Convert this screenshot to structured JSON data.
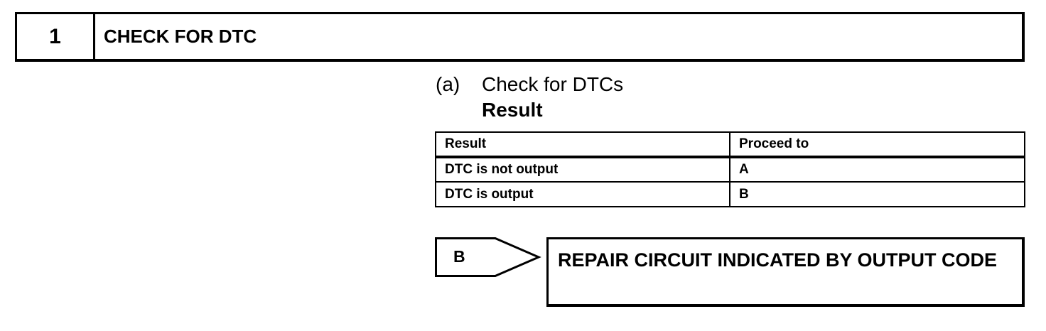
{
  "step": {
    "number": "1",
    "title": "CHECK FOR DTC"
  },
  "substep": {
    "marker": "(a)",
    "text": "Check for DTCs",
    "result_heading": "Result"
  },
  "result_table": {
    "headers": [
      "Result",
      "Proceed to"
    ],
    "rows": [
      [
        "DTC is not output",
        "A"
      ],
      [
        "DTC is output",
        "B"
      ]
    ]
  },
  "branch": {
    "label": "B",
    "action": "REPAIR CIRCUIT INDICATED BY OUTPUT CODE"
  }
}
